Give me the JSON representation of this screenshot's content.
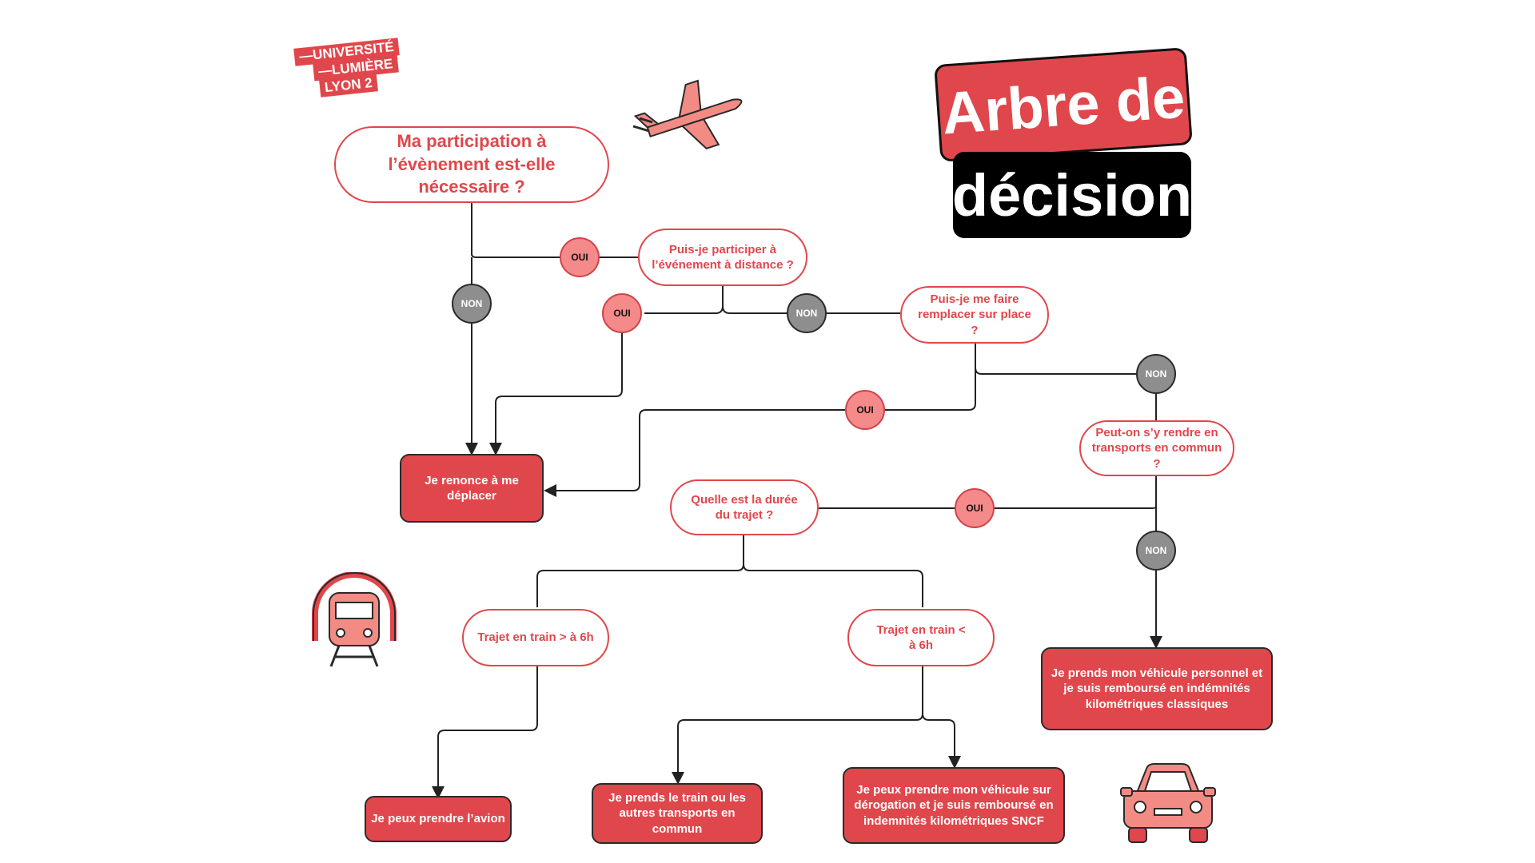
{
  "logo": {
    "line1": "—UNIVERSITÉ",
    "line2": "—LUMIÈRE",
    "line3": "LYON 2"
  },
  "title": {
    "line1": "Arbre de",
    "line2": "décision"
  },
  "questions": {
    "q1": "Ma participation à l’évènement est-elle nécessaire ?",
    "q2": "Puis-je participer à l’événement à distance ?",
    "q3": "Puis-je me faire remplacer sur place ?",
    "q4": "Peut-on s’y rendre en transports en commun ?",
    "q5": "Quelle est la durée du trajet ?",
    "q6": "Trajet en train > à 6h",
    "q7": "Trajet en train < à 6h"
  },
  "answers": {
    "renounce": "Je renonce à me déplacer",
    "plane": "Je peux prendre l’avion",
    "train_common": "Je prends le train ou les autres transports en commun",
    "car_derogation": "Je peux prendre mon véhicule sur dérogation et je suis remboursé en indemnités kilométriques SNCF",
    "car_personal": "Je prends mon véhicule personnel et je suis remboursé en indémnités kilométriques classiques"
  },
  "labels": {
    "oui": "OUI",
    "non": "NON"
  },
  "icons": [
    "airplane-icon",
    "train-icon",
    "car-icon"
  ],
  "colors": {
    "accent": "#e0474c",
    "oui_fill": "#f48a8a",
    "non_fill": "#8e8e8e",
    "title_dark": "#000000"
  }
}
